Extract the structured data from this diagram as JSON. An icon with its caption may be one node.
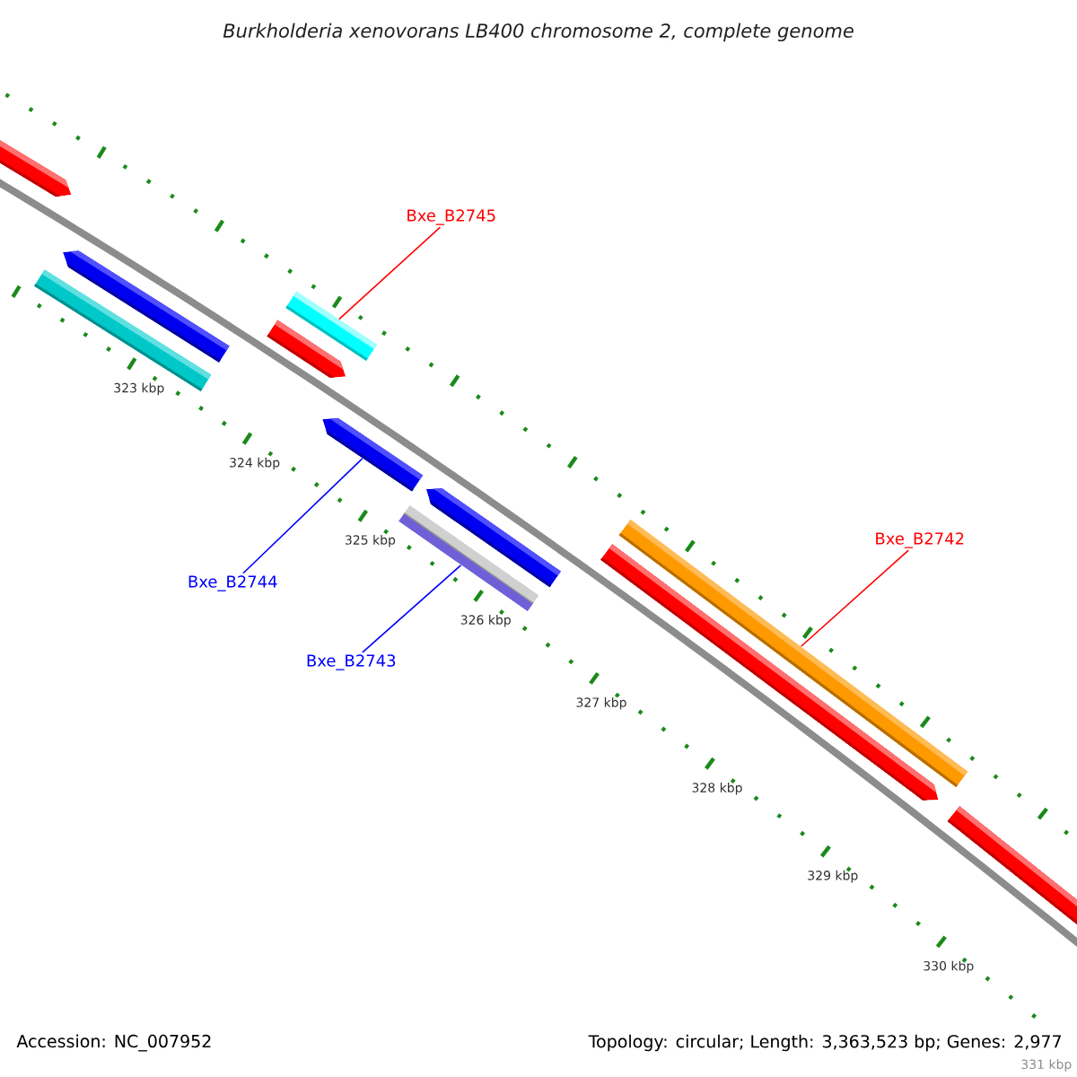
{
  "diagram": {
    "title": "Burkholderia xenovorans LB400 chromosome 2, complete genome",
    "nodes": [
      {
        "text": [
          "Bxe_B2745"
        ]
      },
      {
        "text": [],
        "shape": "bar"
      },
      {
        "text": [
          "Bxe_B2744"
        ]
      },
      {
        "text": [],
        "shape": "bar"
      },
      {
        "text": [
          "Bxe_B2743"
        ]
      },
      {
        "text": [],
        "shape": "bar"
      },
      {
        "text": [
          "Bxe_B2742"
        ]
      },
      {
        "text": [],
        "shape": "bar"
      }
    ],
    "edges": [
      {
        "from": 0,
        "to": 1,
        "arrow": "none",
        "color": "#ff0000"
      },
      {
        "from": 2,
        "to": 3,
        "arrow": "none",
        "color": "#0000ff"
      },
      {
        "from": 4,
        "to": 5,
        "arrow": "none",
        "color": "#0000ff"
      },
      {
        "from": 6,
        "to": 7,
        "arrow": "none",
        "color": "#ff0000"
      }
    ],
    "labels": [
      "323 kbp",
      "324 kbp",
      "325 kbp",
      "326 kbp",
      "327 kbp",
      "328 kbp",
      "329 kbp",
      "330 kbp",
      "331 kbp",
      "Accession: NC_007952",
      "Topology: circular; Length: 3,363,523 bp; Genes: 2,977"
    ]
  }
}
